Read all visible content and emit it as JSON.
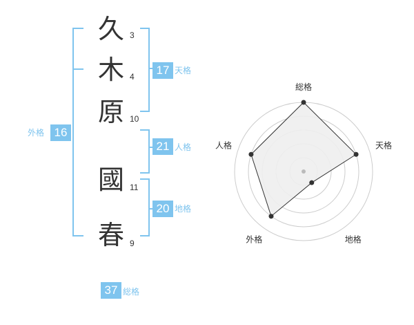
{
  "name": [
    {
      "char": "久",
      "strokes": "3"
    },
    {
      "char": "木",
      "strokes": "4"
    },
    {
      "char": "原",
      "strokes": "10"
    },
    {
      "char": "國",
      "strokes": "11"
    },
    {
      "char": "春",
      "strokes": "9"
    }
  ],
  "fortune": {
    "tenkaku": {
      "value": "17",
      "label": "天格"
    },
    "jinkaku": {
      "value": "21",
      "label": "人格"
    },
    "chikaku": {
      "value": "20",
      "label": "地格"
    },
    "gaikaku": {
      "value": "16",
      "label": "外格"
    },
    "soukaku": {
      "value": "37",
      "label": "総格"
    }
  },
  "chart_data": {
    "type": "radar",
    "axes": [
      "総格",
      "天格",
      "地格",
      "外格",
      "人格"
    ],
    "values": [
      5,
      4,
      1,
      4,
      4
    ],
    "max": 5,
    "rings": 5,
    "colors": {
      "fill": "#eeeeee",
      "stroke": "#333333",
      "ring": "#cccccc",
      "point": "#333333"
    }
  }
}
